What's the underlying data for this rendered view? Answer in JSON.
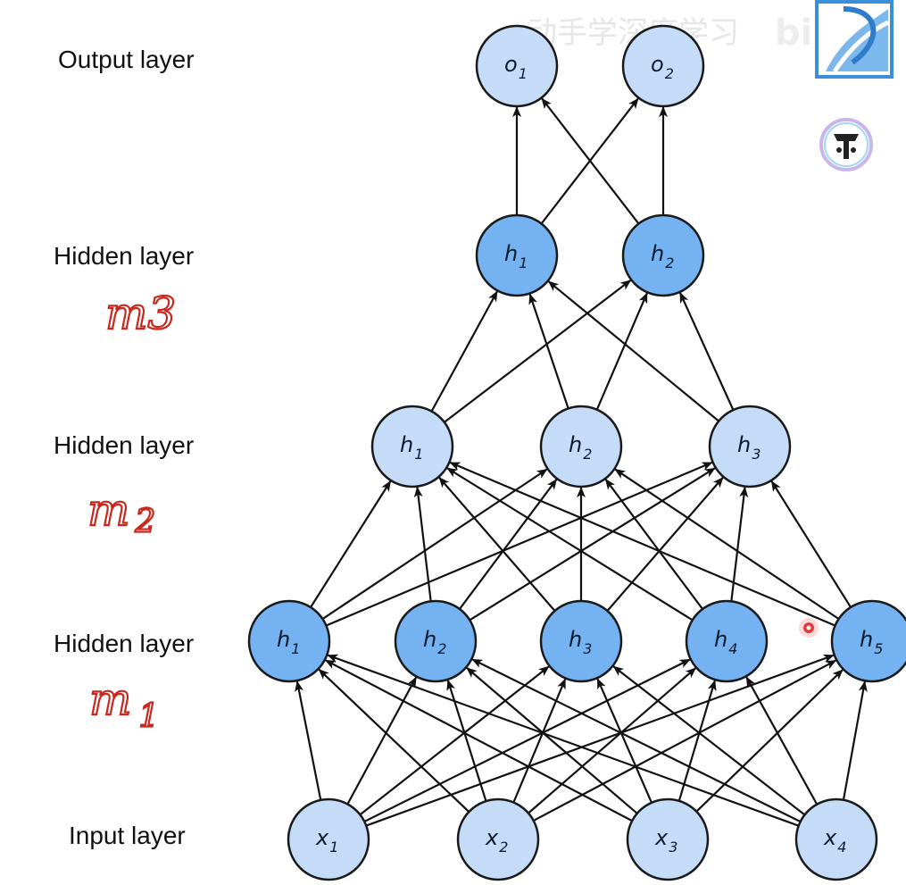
{
  "layer_labels": {
    "output": "Output layer",
    "hidden3": "Hidden layer",
    "hidden2": "Hidden layer",
    "hidden1": "Hidden layer",
    "input": "Input layer"
  },
  "annotations": {
    "m3": "m3",
    "m2_base": "m",
    "m2_sub": "2",
    "m1_base": "m",
    "m1_sub": "1"
  },
  "layers": [
    {
      "id": "input",
      "style": "light",
      "nodes": [
        {
          "base": "x",
          "sub": "1"
        },
        {
          "base": "x",
          "sub": "2"
        },
        {
          "base": "x",
          "sub": "3"
        },
        {
          "base": "x",
          "sub": "4"
        }
      ]
    },
    {
      "id": "hidden1",
      "style": "dark",
      "nodes": [
        {
          "base": "h",
          "sub": "1"
        },
        {
          "base": "h",
          "sub": "2"
        },
        {
          "base": "h",
          "sub": "3"
        },
        {
          "base": "h",
          "sub": "4"
        },
        {
          "base": "h",
          "sub": "5"
        }
      ]
    },
    {
      "id": "hidden2",
      "style": "light",
      "nodes": [
        {
          "base": "h",
          "sub": "1"
        },
        {
          "base": "h",
          "sub": "2"
        },
        {
          "base": "h",
          "sub": "3"
        }
      ]
    },
    {
      "id": "hidden3",
      "style": "dark",
      "nodes": [
        {
          "base": "h",
          "sub": "1"
        },
        {
          "base": "h",
          "sub": "2"
        }
      ]
    },
    {
      "id": "output",
      "style": "light",
      "nodes": [
        {
          "base": "o",
          "sub": "1"
        },
        {
          "base": "o",
          "sub": "2"
        }
      ]
    }
  ],
  "connectivity": "fully-connected between consecutive layers",
  "colors": {
    "light_node": "#c4dcf8",
    "dark_node": "#74b2f2",
    "edge": "#111111",
    "handwriting": "#c8281e"
  },
  "watermark": {
    "text": "动手学深度学习",
    "logo_icons": [
      "bilibili-logo",
      "d2l-book-logo",
      "channel-avatar-icon"
    ]
  },
  "cursor": {
    "icon": "red-pointer-dot"
  }
}
